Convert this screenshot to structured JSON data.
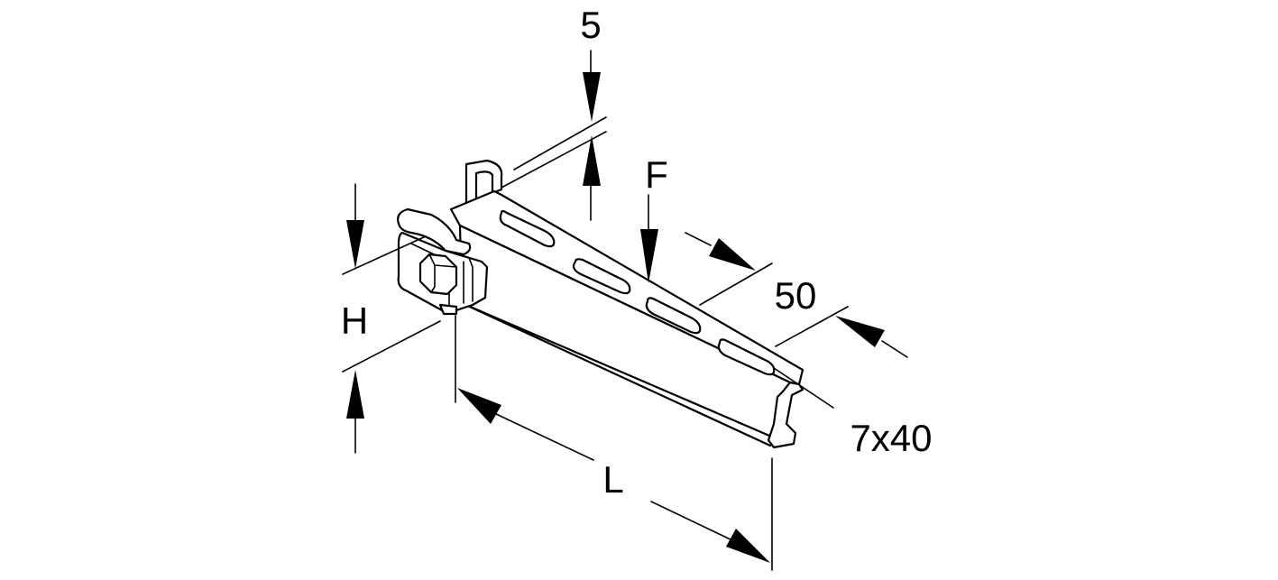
{
  "dimensions": {
    "thickness": "5",
    "load": "F",
    "width": "50",
    "height": "H",
    "slot": "7x40",
    "length": "L"
  }
}
